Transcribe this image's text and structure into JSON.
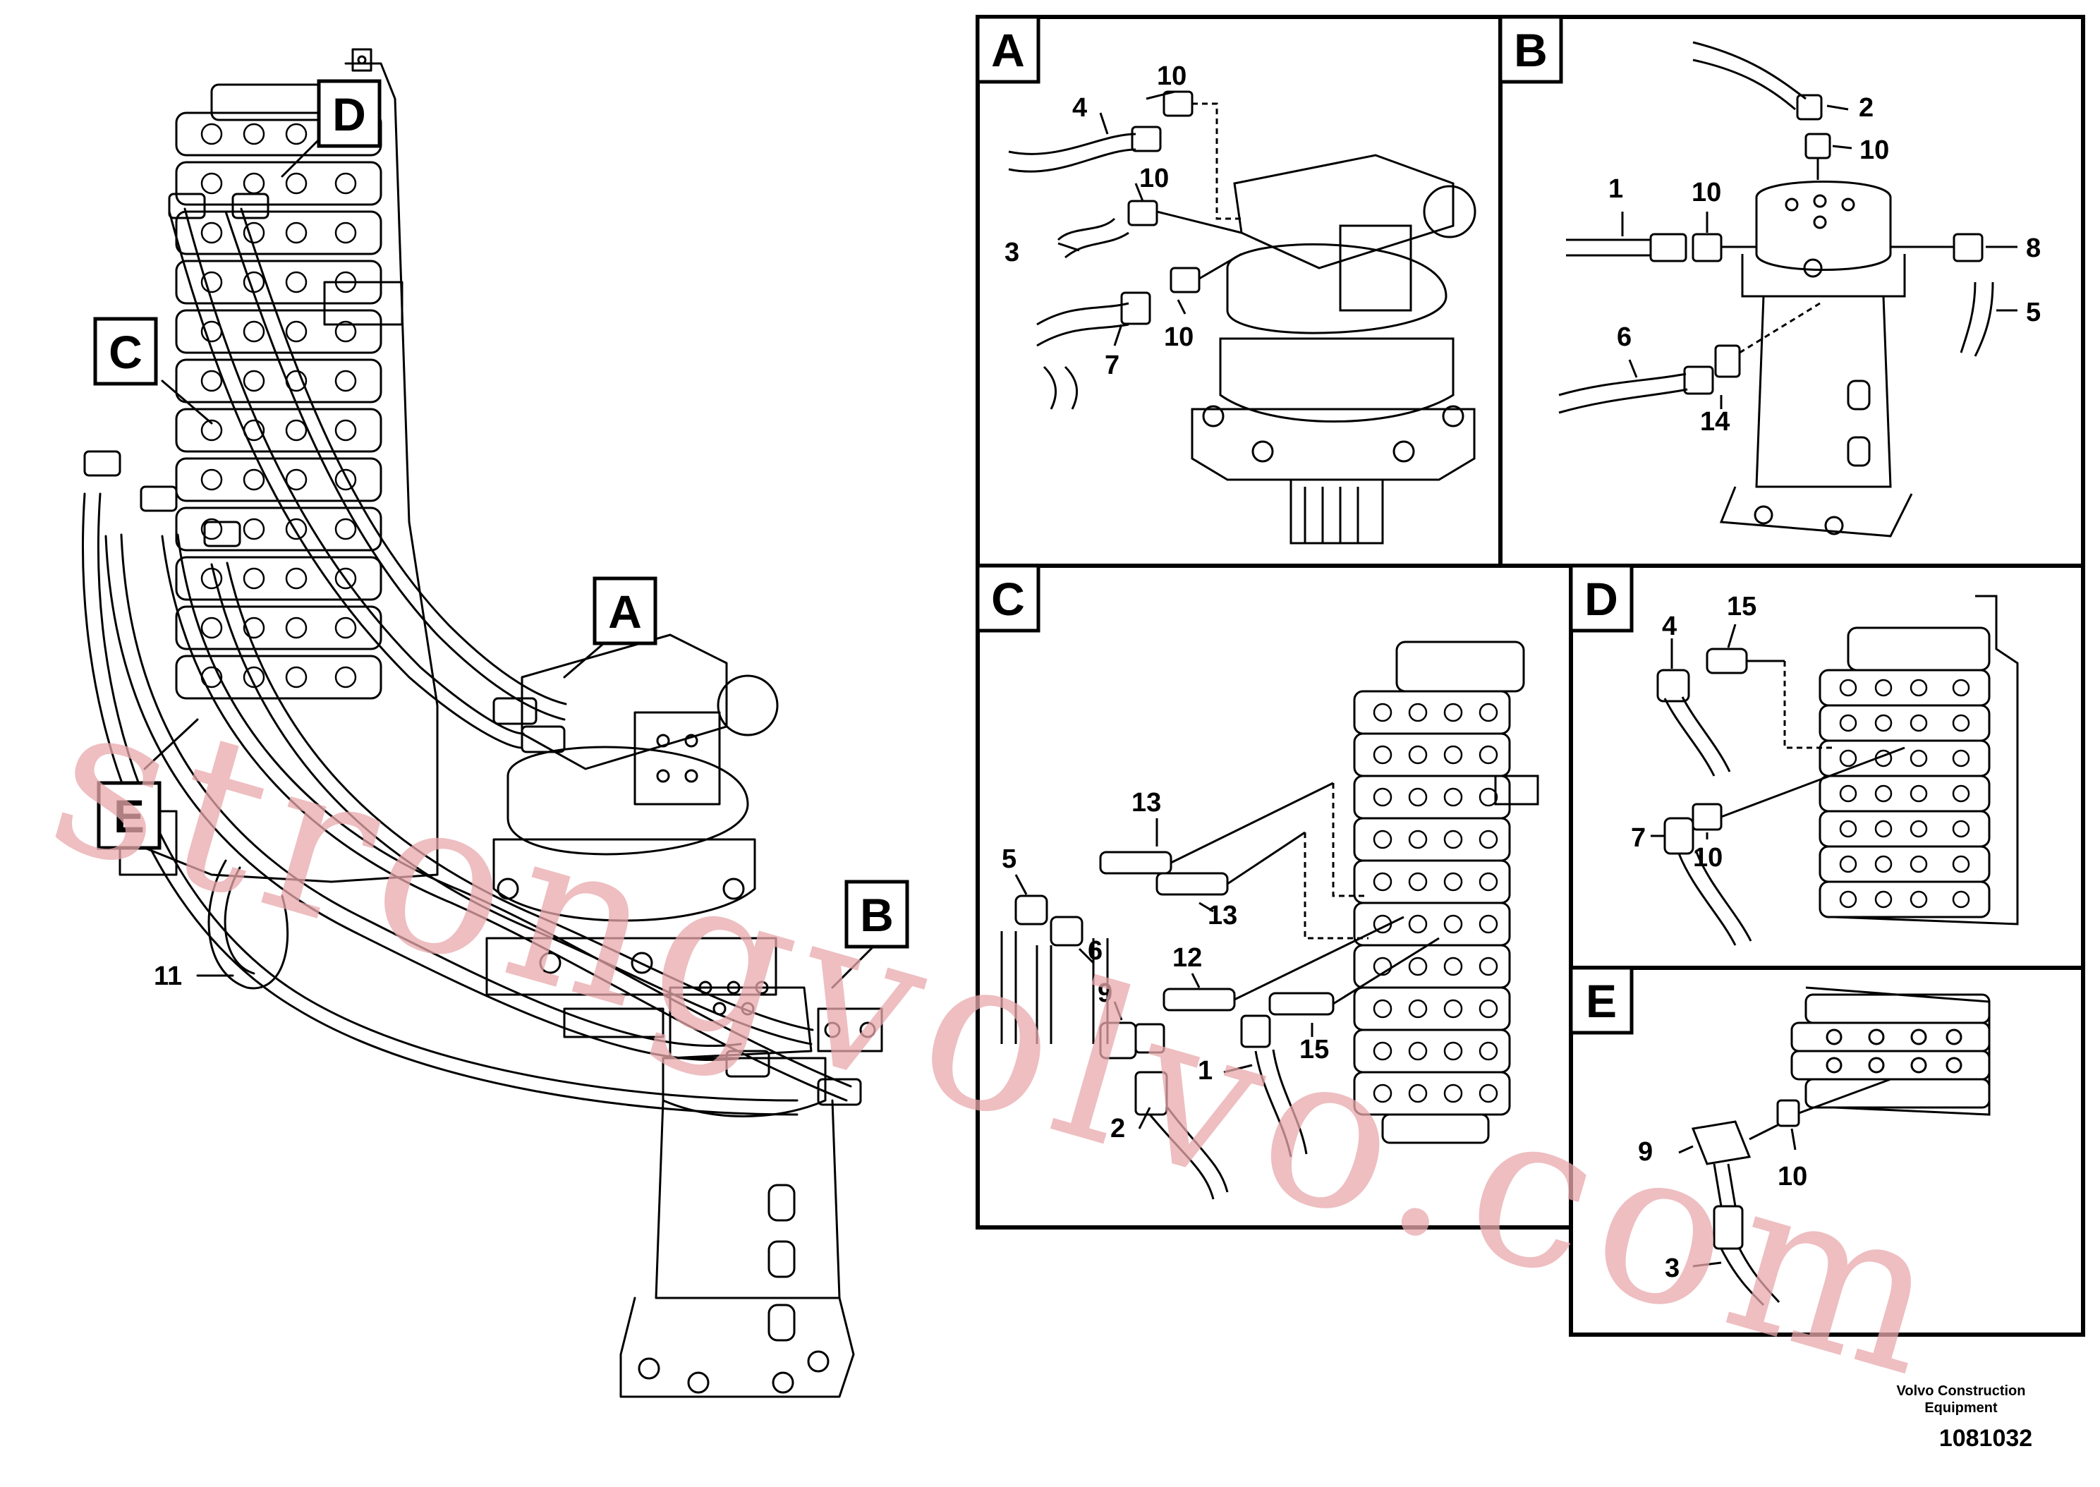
{
  "main_view": {
    "view_tags": [
      "D",
      "C",
      "A",
      "B",
      "E"
    ],
    "callouts": [
      "11"
    ]
  },
  "detail_panels": [
    {
      "letter": "A",
      "callouts": [
        "10",
        "4",
        "10",
        "3",
        "10",
        "7"
      ]
    },
    {
      "letter": "B",
      "callouts": [
        "2",
        "10",
        "1",
        "10",
        "8",
        "5",
        "6",
        "14"
      ]
    },
    {
      "letter": "C",
      "callouts": [
        "13",
        "5",
        "13",
        "6",
        "12",
        "9",
        "1",
        "15",
        "2"
      ]
    },
    {
      "letter": "D",
      "callouts": [
        "15",
        "4",
        "7",
        "10"
      ]
    },
    {
      "letter": "E",
      "callouts": [
        "9",
        "10",
        "3"
      ]
    }
  ],
  "watermark": "strongvolvo.com",
  "footer": {
    "company_line1": "Volvo Construction",
    "company_line2": "Equipment",
    "part_number": "1081032"
  }
}
